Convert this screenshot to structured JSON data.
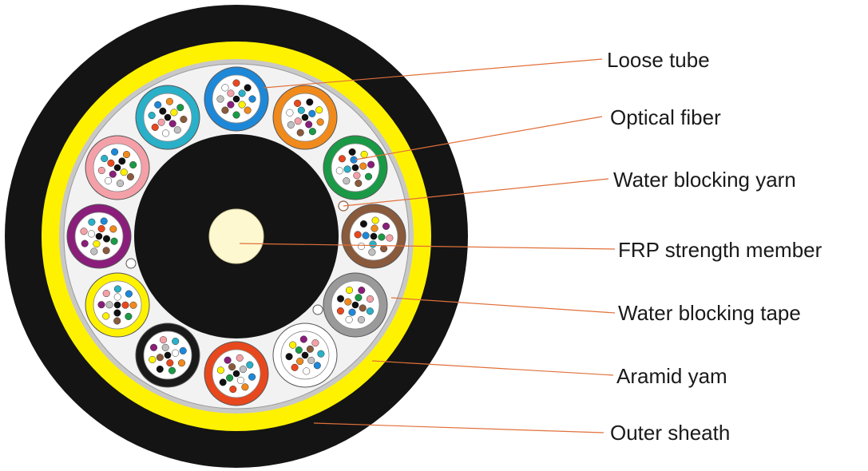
{
  "labels": [
    "Loose tube",
    "Optical fiber",
    "Water blocking yarn",
    "FRP strength member",
    "Water blocking tape",
    "Aramid yam",
    "Outer sheath"
  ],
  "colors": {
    "outer_sheath": "#141414",
    "aramid_yarn": "#fff200",
    "water_blocking_tape": "#c8c8c8",
    "filler": "#f2f2f2",
    "central_jacket": "#141414",
    "frp_core": "#fdf8d0",
    "leader_line": "#e0703a"
  },
  "tubes": [
    {
      "color": "#1e88d8"
    },
    {
      "color": "#f08a1c"
    },
    {
      "color": "#1a9a46"
    },
    {
      "color": "#8a5a3c"
    },
    {
      "color": "#9a9a9a"
    },
    {
      "color": "#ffffff"
    },
    {
      "color": "#e8481e"
    },
    {
      "color": "#1a1a1a"
    },
    {
      "color": "#fff200"
    },
    {
      "color": "#8a1e7a"
    },
    {
      "color": "#f4a0a8"
    },
    {
      "color": "#2ab0c8"
    }
  ],
  "fiber_colors": [
    "#1e88d8",
    "#f08a1c",
    "#1a9a46",
    "#8a5a3c",
    "#c0c0c0",
    "#ffffff",
    "#e8481e",
    "#111111",
    "#fff200",
    "#8a1e7a",
    "#f4a0a8",
    "#2ab0c8"
  ]
}
